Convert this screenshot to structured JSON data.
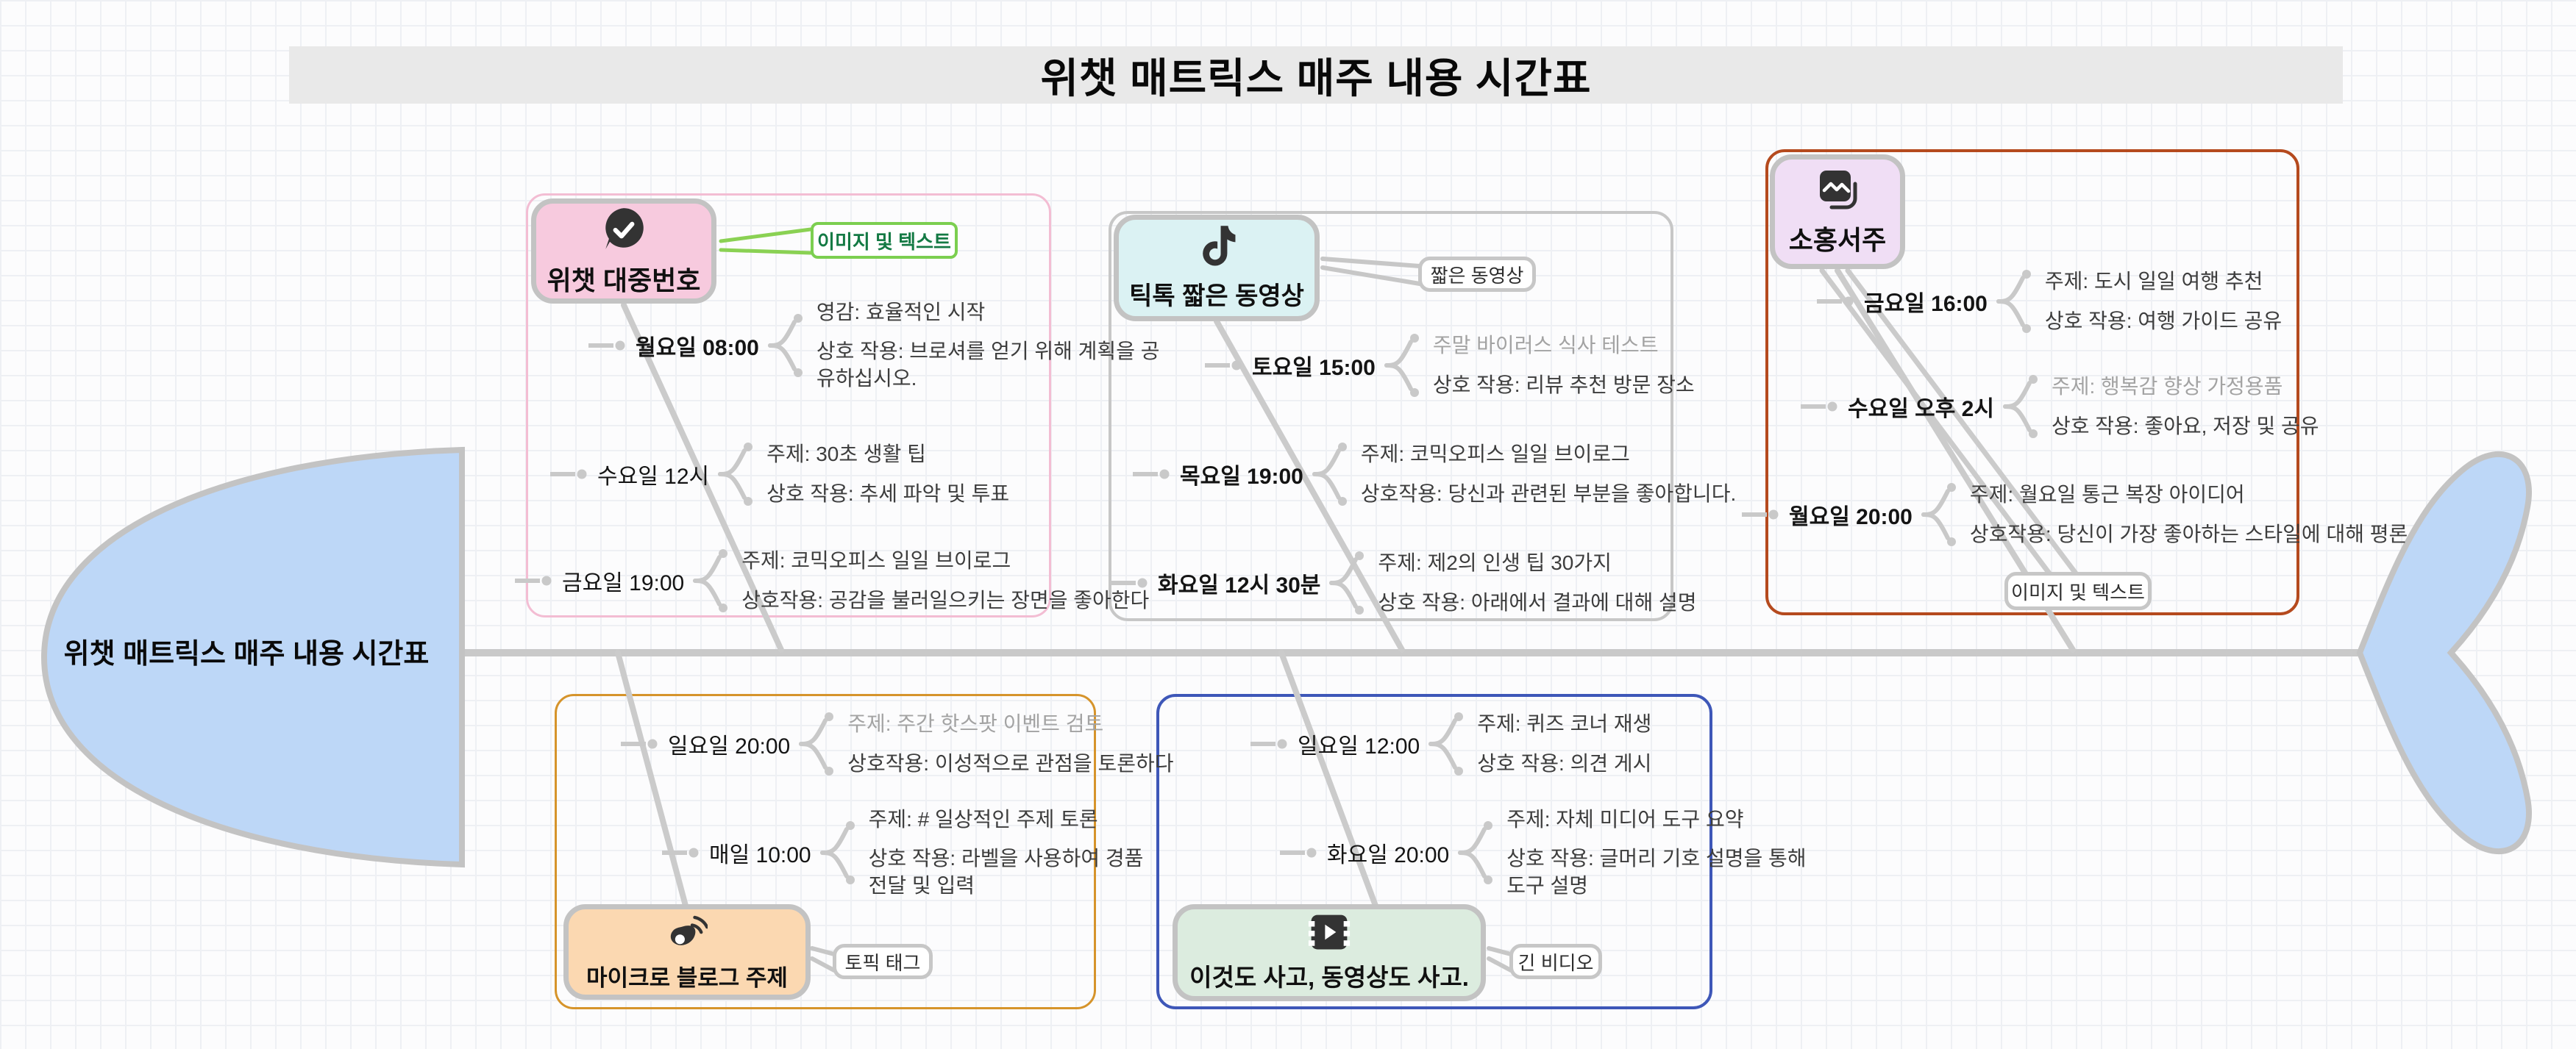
{
  "title": "위챗 매트릭스 매주 내용 시간표",
  "fish": {
    "head_label": "위챗 매트릭스 매주 내용 시간표"
  },
  "colors": {
    "banner_bg": "#e9e9e9",
    "fish_fill": "#bdd7f7",
    "line_gray": "#c9c9c9",
    "wechat_node_fill": "#f7cade",
    "wechat_box_border": "#f3bdd3",
    "tiktok_node_fill": "#dbf2f3",
    "tiktok_box_border": "#c7c7c7",
    "xhs_node_fill": "#f0def5",
    "xhs_box_border": "#b54a1e",
    "weibo_node_fill": "#fbd8b1",
    "weibo_box_border": "#d6942b",
    "video_node_fill": "#dcecdf",
    "video_box_border": "#3e57b8",
    "green_callout_border": "#7ccf50",
    "green_callout_text": "#147a44"
  },
  "branches": [
    {
      "name": "wechat-official-account",
      "label": "위챗 대중번호",
      "icon": "wechat-check-icon",
      "callout": "이미지 및 텍스트",
      "rows": [
        {
          "time": "월요일 08:00",
          "topic": "영감: 효율적인 시작",
          "interaction": "상호 작용: 브로셔를 얻기 위해 계획을 공유하십시오."
        },
        {
          "time": "수요일 12시",
          "topic": "주제: 30초 생활 팁",
          "interaction": "상호 작용: 추세 파악 및 투표"
        },
        {
          "time": "금요일 19:00",
          "topic": "주제: 코믹오피스 일일 브이로그",
          "interaction": "상호작용: 공감을 불러일으키는 장면을 좋아한다"
        }
      ]
    },
    {
      "name": "tiktok-short-video",
      "label": "틱톡 짧은 동영상",
      "icon": "tiktok-note-icon",
      "callout": "짧은 동영상",
      "rows": [
        {
          "time": "토요일 15:00",
          "topic": "주말 바이러스 식사 테스트",
          "interaction": "상호 작용: 리뷰 추천 방문 장소"
        },
        {
          "time": "목요일 19:00",
          "topic": "주제: 코믹오피스 일일 브이로그",
          "interaction": "상호작용: 당신과 관련된 부분을 좋아합니다."
        },
        {
          "time": "화요일 12시 30분",
          "topic": "주제: 제2의 인생 팁 30가지",
          "interaction": "상호 작용: 아래에서 결과에 대해 설명"
        }
      ]
    },
    {
      "name": "xiaohongshu-note",
      "label": "소홍서주",
      "icon": "photo-image-icon",
      "callout": "이미지 및 텍스트",
      "rows": [
        {
          "time": "금요일 16:00",
          "topic": "주제: 도시 일일 여행 추천",
          "interaction": "상호 작용: 여행 가이드 공유"
        },
        {
          "time": "수요일 오후 2시",
          "topic": "주제: 행복감 향상 가정용품",
          "interaction": "상호 작용: 좋아요, 저장 및 공유"
        },
        {
          "time": "월요일 20:00",
          "topic": "주제: 월요일 통근 복장 아이디어",
          "interaction": "상호작용: 당신이 가장 좋아하는 스타일에 대해 평론"
        }
      ]
    },
    {
      "name": "microblog-topic",
      "label": "마이크로 블로그 주제",
      "icon": "weibo-eye-icon",
      "callout": "토픽 태그",
      "rows": [
        {
          "time": "일요일 20:00",
          "topic": "주제: 주간 핫스팟 이벤트 검토",
          "interaction": "상호작용: 이성적으로 관점을 토론하다"
        },
        {
          "time": "매일 10:00",
          "topic": "주제: # 일상적인 주제 토론",
          "interaction": "상호 작용: 라벨을 사용하여 경품 전달 및 입력"
        }
      ]
    },
    {
      "name": "long-video",
      "label": "이것도 사고, 동영상도 사고.",
      "icon": "film-play-icon",
      "callout": "긴 비디오",
      "rows": [
        {
          "time": "일요일 12:00",
          "topic": "주제: 퀴즈 코너 재생",
          "interaction": "상호 작용: 의견 게시"
        },
        {
          "time": "화요일 20:00",
          "topic": "주제: 자체 미디어 도구 요약",
          "interaction": "상호 작용: 글머리 기호 설명을 통해 도구 설명"
        }
      ]
    }
  ]
}
